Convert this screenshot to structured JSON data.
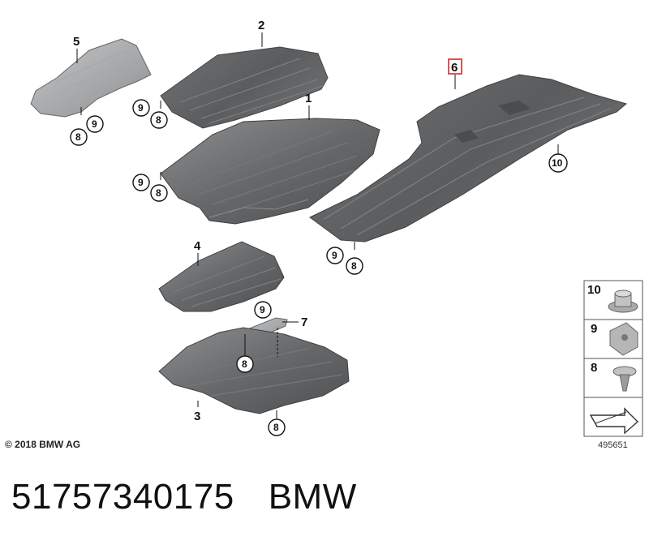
{
  "callouts": {
    "c1": "1",
    "c2": "2",
    "c3": "3",
    "c4": "4",
    "c5": "5",
    "c6": "6",
    "c7": "7"
  },
  "circles": {
    "p5_9": "9",
    "p5_8": "8",
    "p2_9": "9",
    "p2_8": "8",
    "p1_9": "9",
    "p1_8": "8",
    "p6_9": "9",
    "p6_8": "8",
    "p6_10": "10",
    "p7_9": "9",
    "p7_8": "8",
    "p3_8": "8"
  },
  "legend": {
    "items": [
      {
        "num": "10",
        "icon": "nut-icon"
      },
      {
        "num": "9",
        "icon": "clip-nut-icon"
      },
      {
        "num": "8",
        "icon": "screw-icon"
      }
    ],
    "arrow_icon": "direction-arrow-icon"
  },
  "copyright": "© 2018 BMW AG",
  "diagram_id": "495651",
  "part_number": "51757340175",
  "brand": "BMW",
  "colors": {
    "panel_dark": "#5a5c5e",
    "panel_light": "#8d8f91",
    "highlight_box": "#d12b2b"
  }
}
